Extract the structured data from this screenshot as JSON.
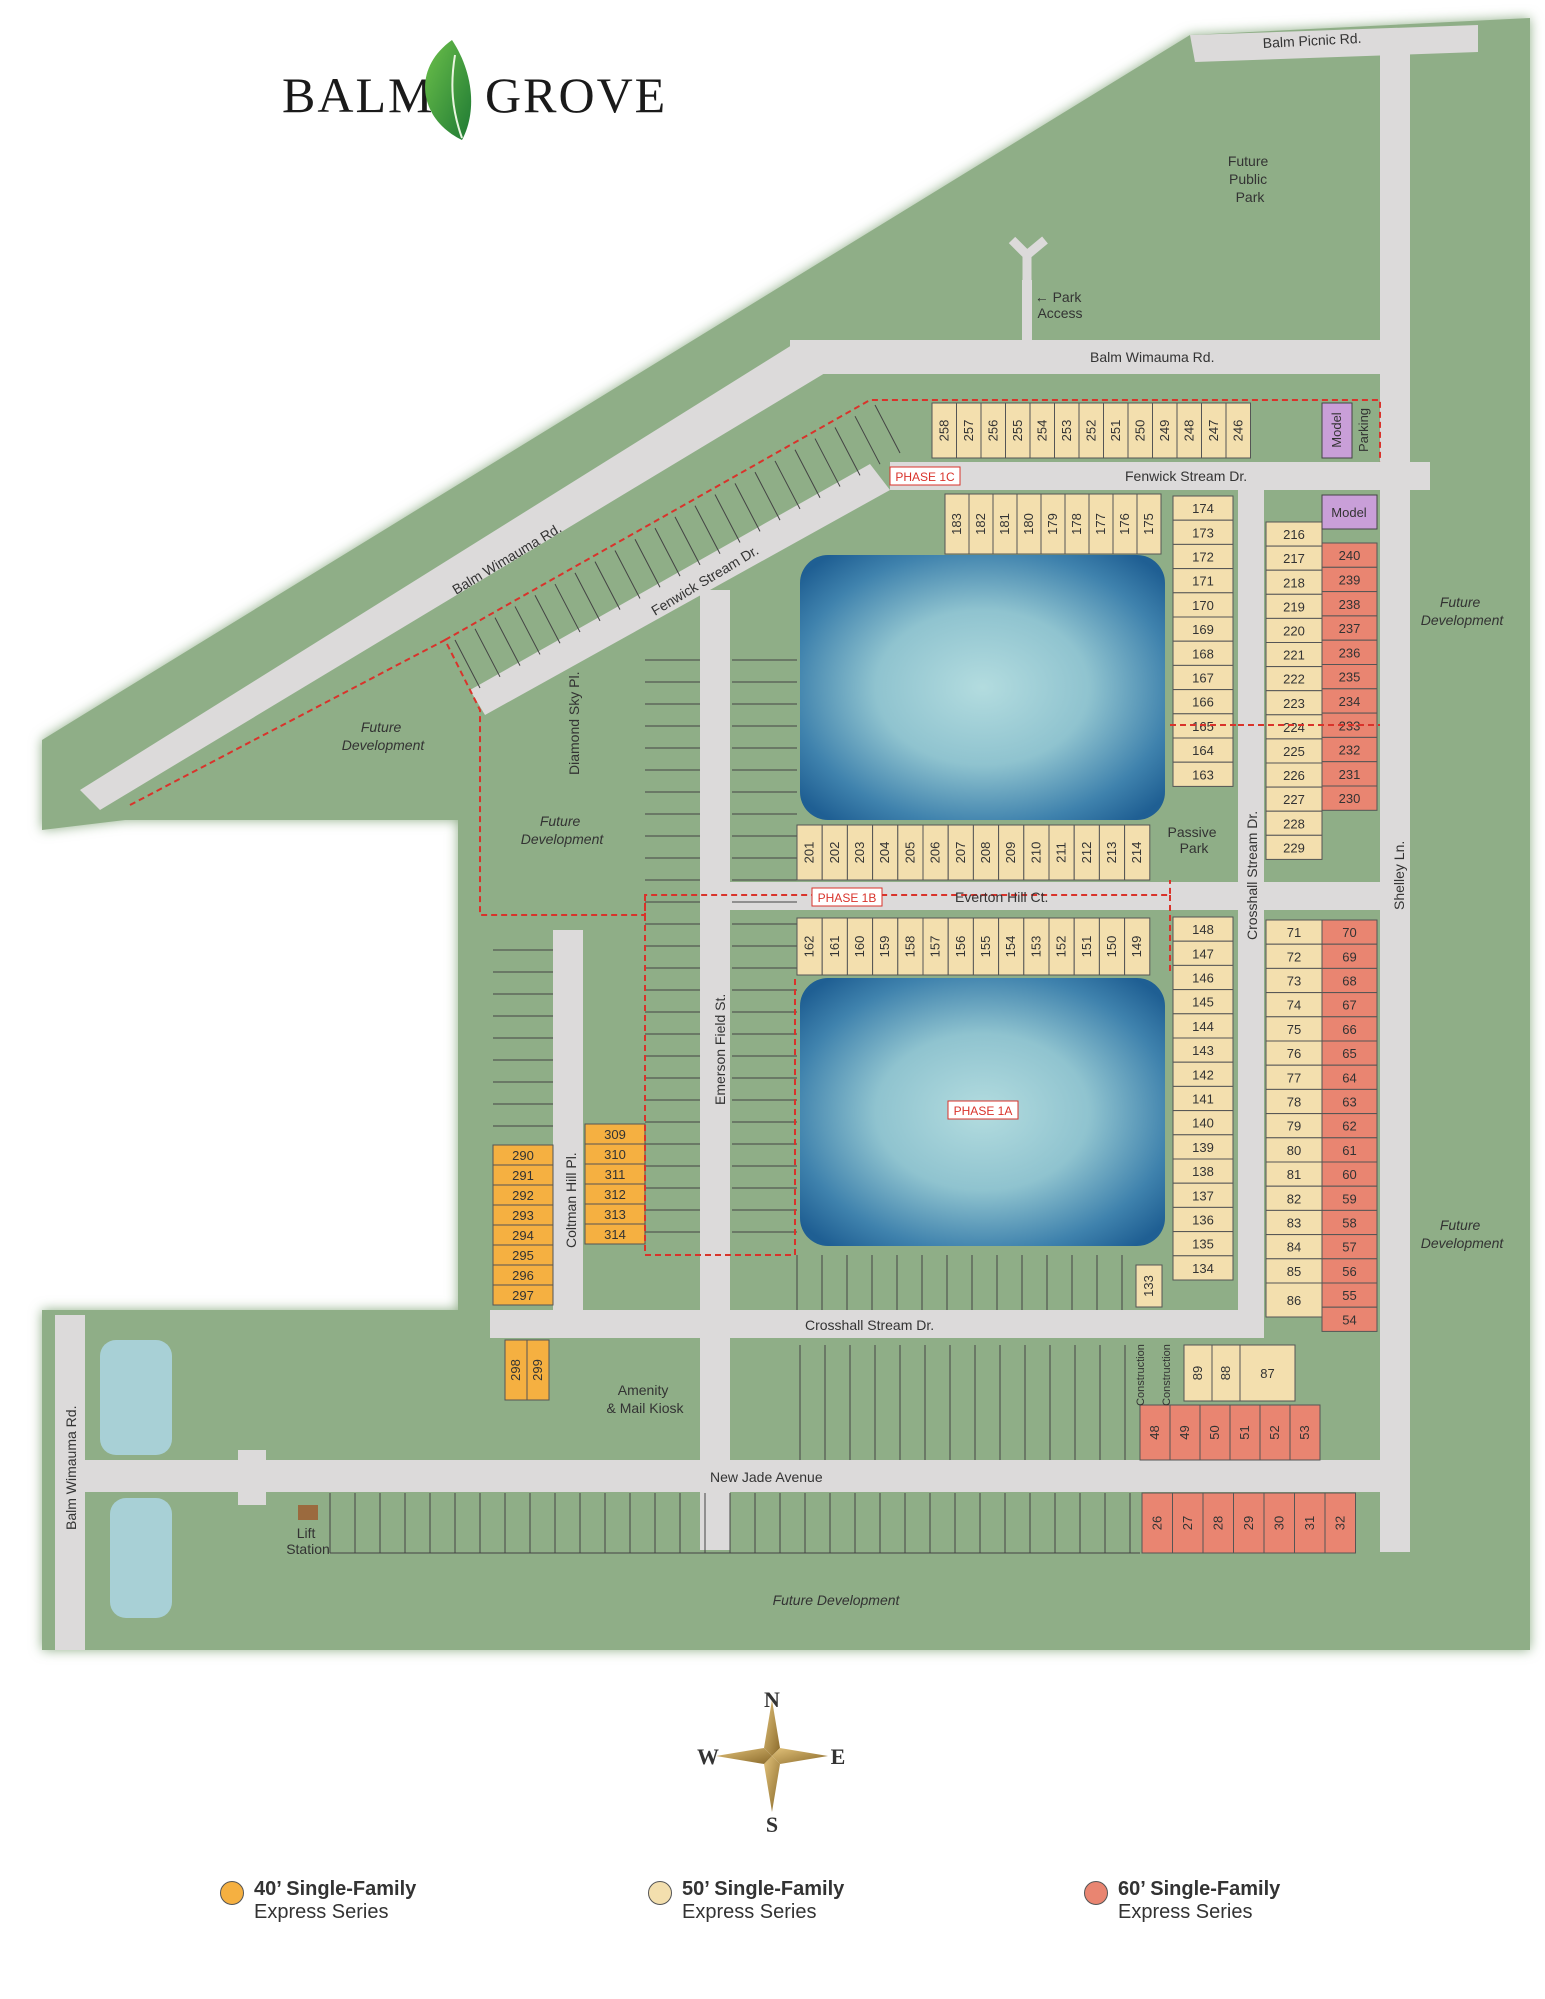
{
  "brand": {
    "left": "BALM",
    "right": "GROVE"
  },
  "colors": {
    "green": "#8fae87",
    "green_dark": "#6f8f68",
    "road": "#dcdada",
    "lot40": "#f5b041",
    "lot50": "#f3dfae",
    "lot60": "#e98571",
    "model": "#c99fd8",
    "phase_line": "#d9332b",
    "pond_edge": "#1f5f93",
    "pond_center": "#a8d3d8",
    "plain_lot": "#a7c29f"
  },
  "roads": {
    "balm_picnic": "Balm Picnic Rd.",
    "balm_wimauma_top": "Balm Wimauma Rd.",
    "balm_wimauma_diag": "Balm Wimauma Rd.",
    "balm_wimauma_left": "Balm Wimauma Rd.",
    "fenwick_stream_top": "Fenwick Stream Dr.",
    "fenwick_stream_diag": "Fenwick Stream Dr.",
    "diamond_sky": "Diamond Sky Pl.",
    "everton_hill": "Everton Hill Ct.",
    "crosshall_stream_vert": "Crosshall Stream Dr.",
    "crosshall_stream_horiz": "Crosshall Stream Dr.",
    "shelley": "Shelley Ln.",
    "emerson_field": "Emerson Field St.",
    "coltman_hill": "Coltman Hill Pl.",
    "new_jade": "New Jade Avenue"
  },
  "areas": {
    "future_public_park": [
      "Future",
      "Public",
      "Park"
    ],
    "park_access": [
      "← Park",
      "Access"
    ],
    "future_dev_left": [
      "Future",
      "Development"
    ],
    "future_dev_mid": [
      "Future",
      "Development"
    ],
    "future_dev_right_top": [
      "Future",
      "Development"
    ],
    "future_dev_right_bottom": [
      "Future",
      "Development"
    ],
    "future_dev_bottom": "Future Development",
    "passive_park": [
      "Passive",
      "Park"
    ],
    "amenity": [
      "Amenity",
      "& Mail Kiosk"
    ],
    "lift_station": [
      "Lift",
      "Station"
    ],
    "model_top": "Model",
    "parking": "Parking",
    "model_right": "Model",
    "construction_1": "Construction",
    "construction_2": "Construction"
  },
  "phases": {
    "p1c": "PHASE 1C",
    "p1b": "PHASE 1B",
    "p1a": "PHASE 1A"
  },
  "lots": {
    "top_row": [
      "258",
      "257",
      "256",
      "255",
      "254",
      "253",
      "252",
      "251",
      "250",
      "249",
      "248",
      "247",
      "246"
    ],
    "pond1_top": [
      "183",
      "182",
      "181",
      "180",
      "179",
      "178",
      "177",
      "176",
      "175"
    ],
    "pond1_right": [
      "174",
      "173",
      "172",
      "171",
      "170",
      "169",
      "168",
      "167",
      "166",
      "165",
      "164",
      "163"
    ],
    "pond1_bottom": [
      "201",
      "202",
      "203",
      "204",
      "205",
      "206",
      "207",
      "208",
      "209",
      "210",
      "211",
      "212",
      "213",
      "214"
    ],
    "col216": [
      "216",
      "217",
      "218",
      "219",
      "220",
      "221",
      "222",
      "223",
      "224",
      "225",
      "226",
      "227",
      "228",
      "229"
    ],
    "col240": [
      "240",
      "239",
      "238",
      "237",
      "236",
      "235",
      "234",
      "233",
      "232",
      "231",
      "230"
    ],
    "pond2_top": [
      "162",
      "161",
      "160",
      "159",
      "158",
      "157",
      "156",
      "155",
      "154",
      "153",
      "152",
      "151",
      "150",
      "149"
    ],
    "pond2_right": [
      "148",
      "147",
      "146",
      "145",
      "144",
      "143",
      "142",
      "141",
      "140",
      "139",
      "138",
      "137",
      "136",
      "135",
      "134"
    ],
    "col71": [
      "71",
      "72",
      "73",
      "74",
      "75",
      "76",
      "77",
      "78",
      "79",
      "80",
      "81",
      "82",
      "83",
      "84",
      "85",
      "86"
    ],
    "col70": [
      "70",
      "69",
      "68",
      "67",
      "66",
      "65",
      "64",
      "63",
      "62",
      "61",
      "60",
      "59",
      "58",
      "57",
      "56",
      "55",
      "54"
    ],
    "lot133": "133",
    "lots_89_88": [
      "89",
      "88"
    ],
    "lot87": "87",
    "row48": [
      "48",
      "49",
      "50",
      "51",
      "52",
      "53"
    ],
    "row26": [
      "26",
      "27",
      "28",
      "29",
      "30",
      "31",
      "32"
    ],
    "col309": [
      "309",
      "310",
      "311",
      "312",
      "313",
      "314"
    ],
    "col290": [
      "290",
      "291",
      "292",
      "293",
      "294",
      "295",
      "296",
      "297"
    ],
    "lots_298": [
      "298",
      "299"
    ]
  },
  "compass": {
    "n": "N",
    "s": "S",
    "e": "E",
    "w": "W"
  },
  "legend": [
    {
      "title": "40’ Single-Family",
      "sub": "Express Series",
      "color": "#f5b041"
    },
    {
      "title": "50’ Single-Family",
      "sub": "Express Series",
      "color": "#f3dfae"
    },
    {
      "title": "60’ Single-Family",
      "sub": "Express Series",
      "color": "#e98571"
    }
  ]
}
